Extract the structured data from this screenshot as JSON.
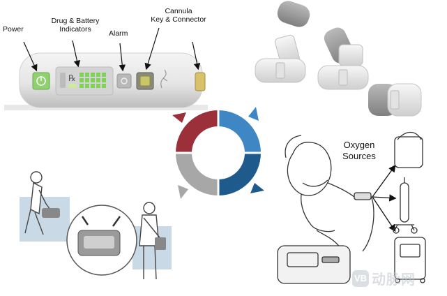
{
  "device_callouts": {
    "power": "Power",
    "drug_battery_line1": "Drug & Battery",
    "drug_battery_line2": "Indicators",
    "alarm": "Alarm",
    "cannula_line1": "Cannula",
    "cannula_line2": "Key & Connector"
  },
  "device_display": {
    "rx_symbol": "℞"
  },
  "oxygen": {
    "label_line1": "Oxygen",
    "label_line2": "Sources"
  },
  "watermark": {
    "badge": "VB",
    "text": "动脉网"
  },
  "colors": {
    "ring_red": "#9b2f3a",
    "ring_blue_light": "#3f86c4",
    "ring_blue_dark": "#1e5a8c",
    "ring_gray": "#a7a7a7",
    "led_green": "#7fd15a",
    "power_green": "#8fd06f",
    "backdrop_blue": "#c9d9e6"
  }
}
